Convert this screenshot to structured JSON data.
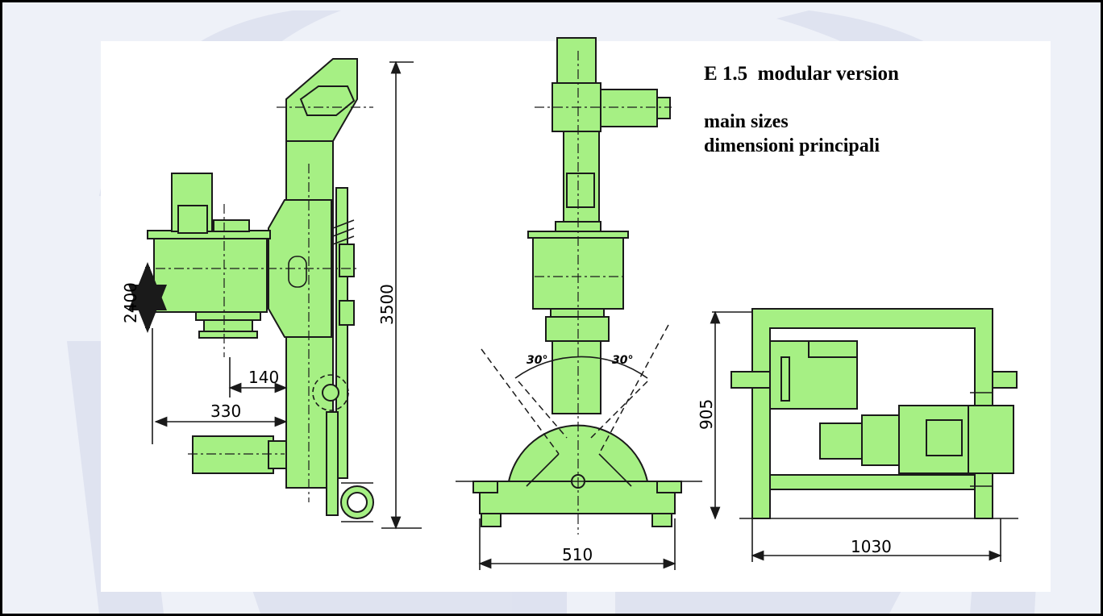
{
  "title": {
    "line1": "E 1.5  modular version",
    "line2": "main sizes",
    "line3": "dimensioni principali"
  },
  "dimensions": {
    "height_total": "3500",
    "vertical_travel": "2400",
    "offset_140": "140",
    "offset_330": "330",
    "base_width": "510",
    "frame_height": "905",
    "frame_length": "1030",
    "tilt_left": "30°",
    "tilt_right": "30°"
  },
  "colors": {
    "machine_fill": "#a6f084",
    "line": "#1a1a1a",
    "frame_border": "#000000",
    "watermark": "#d7dcec"
  }
}
